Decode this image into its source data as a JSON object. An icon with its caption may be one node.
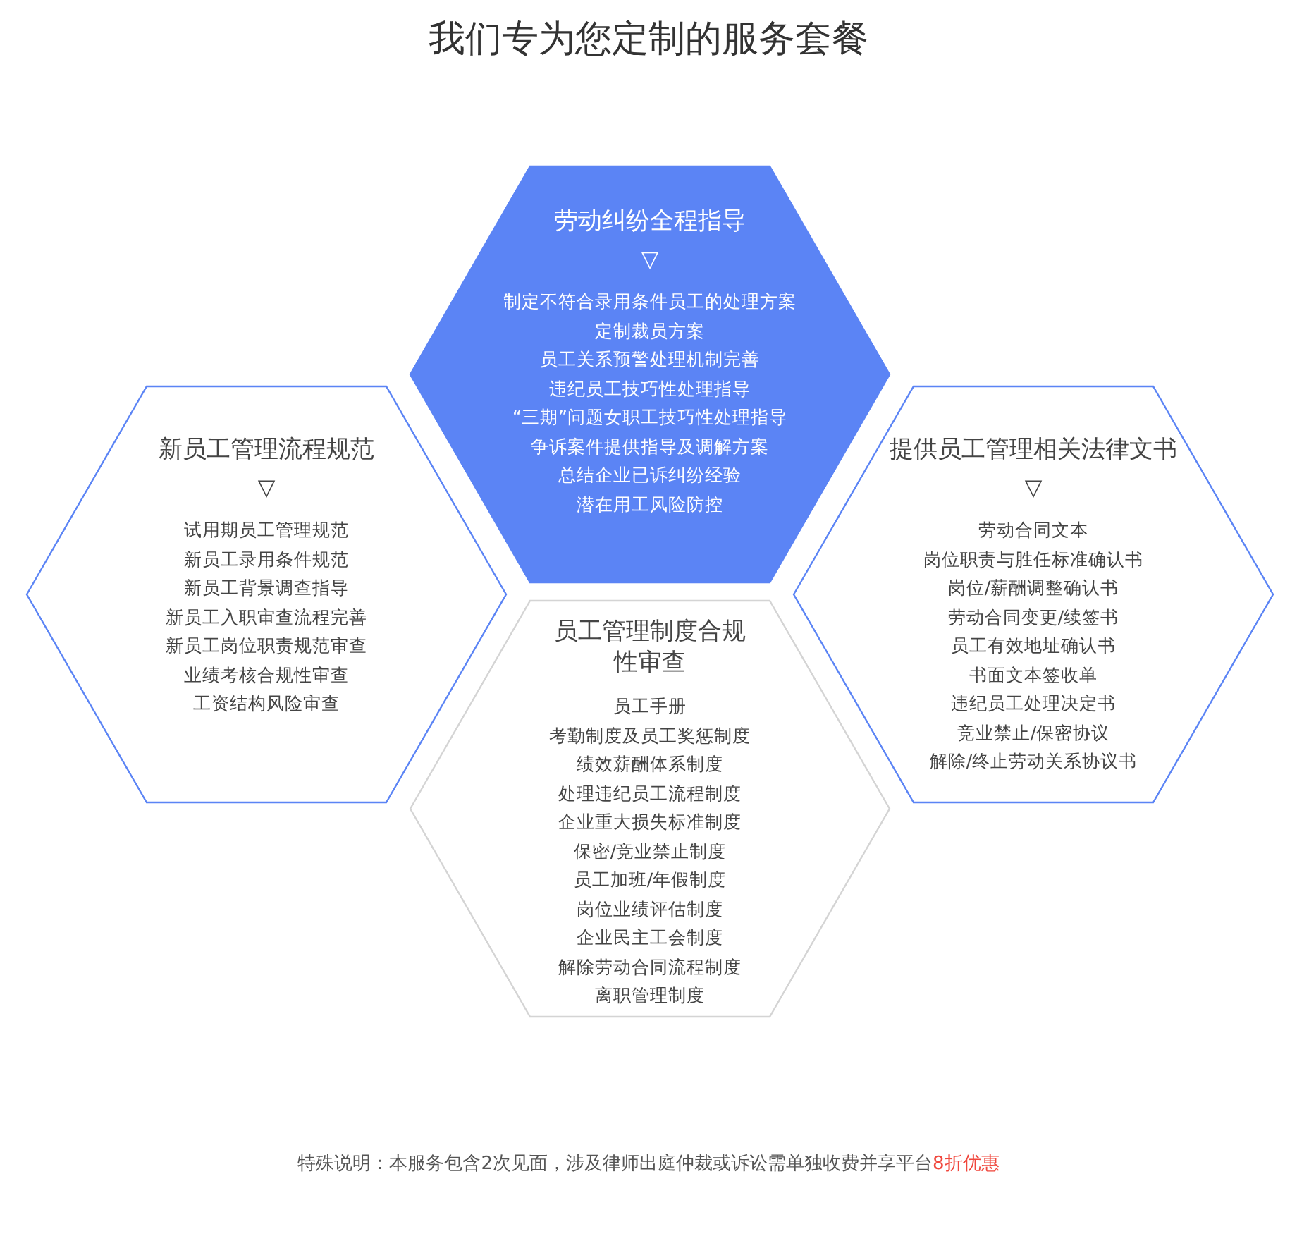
{
  "diagram": {
    "title": "我们专为您定制的服务套餐",
    "nodes": [
      {
        "text": [
          "劳动纠纷全程指导",
          "▽",
          "制定不符合录用条件员工的处理方案",
          "定制裁员方案",
          "员工关系预警处理机制完善",
          "违纪员工技巧性处理指导",
          "“三期”问题女职工技巧性处理指导",
          "争诉案件提供指导及调解方案",
          "总结企业已诉纠纷经验",
          "潜在用工风险防控"
        ]
      },
      {
        "text": [
          "新员工管理流程规范",
          "▽",
          "试用期员工管理规范",
          "新员工录用条件规范",
          "新员工背景调查指导",
          "新员工入职审查流程完善",
          "新员工岗位职责规范审查",
          "业绩考核合规性审查",
          "工资结构风险审查"
        ]
      },
      {
        "text": [
          "提供员工管理相关法律文书",
          "▽",
          "劳动合同文本",
          "岗位职责与胜任标准确认书",
          "岗位/薪酬调整确认书",
          "劳动合同变更/续签书",
          "员工有效地址确认书",
          "书面文本签收单",
          "违纪员工处理决定书",
          "竞业禁止/保密协议",
          "解除/终止劳动关系协议书"
        ]
      },
      {
        "text": [
          "员工管理制度合规性审查",
          "员工手册",
          "考勤制度及员工奖惩制度",
          "绩效薪酬体系制度",
          "处理违纪员工流程制度",
          "企业重大损失标准制度",
          "保密/竞业禁止制度",
          "员工加班/年假制度",
          "岗位业绩评估制度",
          "企业民主工会制度",
          "解除劳动合同流程制度",
          "离职管理制度"
        ]
      }
    ],
    "labels": [
      "特殊说明：本服务包含2次见面，涉及律师出庭仲裁或诉讼需单独收费并享平台",
      "8折优惠"
    ]
  }
}
